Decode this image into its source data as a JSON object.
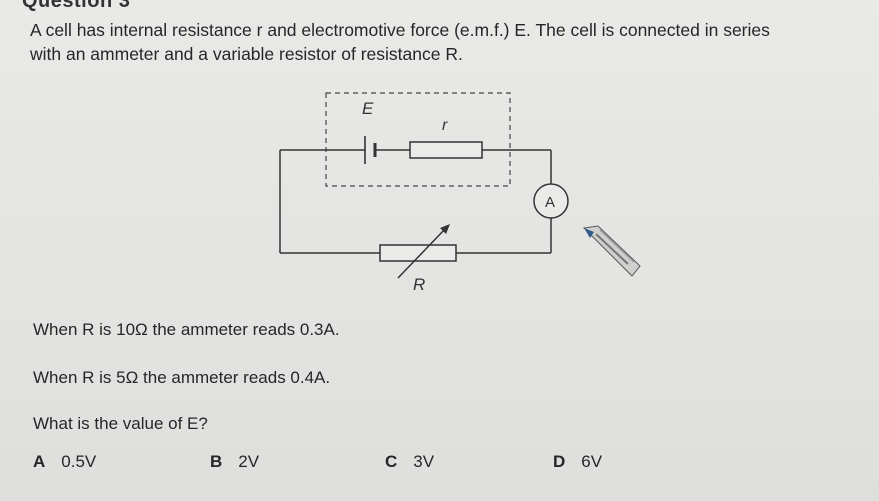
{
  "header": {
    "title_fragment": "Question 3"
  },
  "question": {
    "stem_line1": "A cell has internal resistance r and electromotive force (e.m.f.) E. The cell is connected in series",
    "stem_line2": "with an ammeter and a variable resistor of resistance R."
  },
  "circuit": {
    "cell_label": "E",
    "internal_resistor_label": "r",
    "ammeter_label": "A",
    "variable_resistor_label": "R"
  },
  "data_lines": [
    "When R is 10Ω the ammeter reads 0.3A.",
    "When R is 5Ω the ammeter reads 0.4A.",
    "What is the value of E?"
  ],
  "options": [
    {
      "letter": "A",
      "value": "0.5V"
    },
    {
      "letter": "B",
      "value": "2V"
    },
    {
      "letter": "C",
      "value": "3V"
    },
    {
      "letter": "D",
      "value": "6V"
    }
  ]
}
